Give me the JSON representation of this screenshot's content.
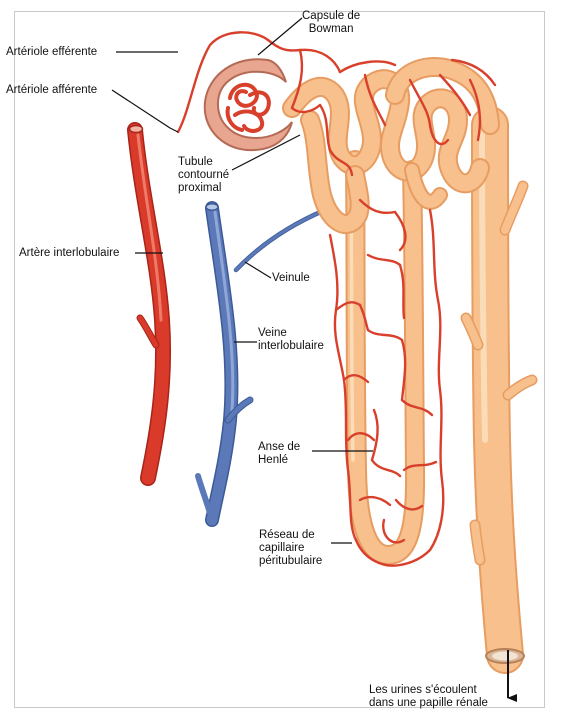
{
  "labels": {
    "bowman_capsule": "Capsule de\nBowman",
    "efferent_arteriole": "Artériole efférente",
    "afferent_arteriole": "Artériole afférente",
    "proximal_tubule": "Tubule\ncontourné\nproximal",
    "interlobular_artery": "Artère interlobulaire",
    "venule": "Veinule",
    "interlobular_vein": "Veine\ninterlobulaire",
    "loop_of_henle": "Anse de\nHenlé",
    "peritubular_network": "Réseau de\ncapillaire\npéritubulaire",
    "urine_flow": "Les urines s'écoulent\ndans une papille rénale"
  },
  "colors": {
    "artery": "#d93a2a",
    "artery_dark": "#a82418",
    "vein": "#5b79b8",
    "vein_dark": "#3c5a96",
    "tubule": "#f7c08c",
    "tubule_edge": "#e79d62",
    "capillary": "#d8402c",
    "capsule": "#e8a58f"
  }
}
